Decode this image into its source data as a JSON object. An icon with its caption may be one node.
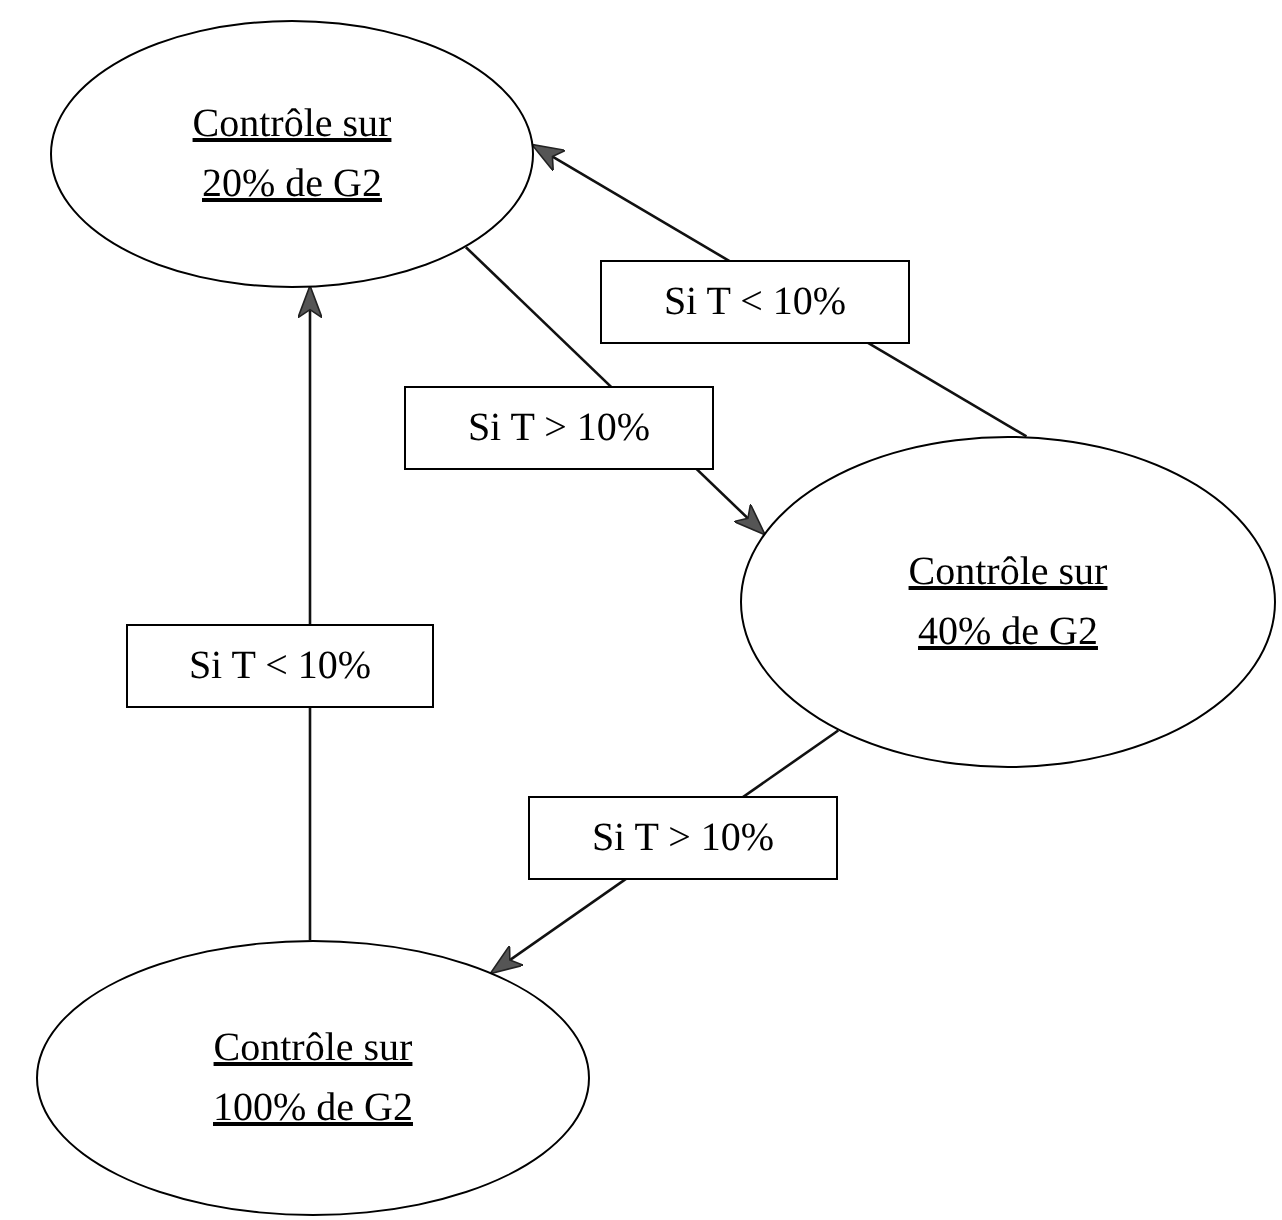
{
  "diagram": {
    "nodes": [
      {
        "text": [
          "Contrôle sur 20% de G2"
        ]
      },
      {
        "text": [
          "Contrôle sur 40% de G2"
        ]
      },
      {
        "text": [
          "Contrôle sur 100% de G2"
        ]
      }
    ],
    "edges": [
      {
        "from": 1,
        "to": 0,
        "arrow": "to",
        "label": "Si T < 10%"
      },
      {
        "from": 0,
        "to": 1,
        "arrow": "to",
        "label": "Si T > 10%"
      },
      {
        "from": 2,
        "to": 0,
        "arrow": "to",
        "label": "Si T < 10%"
      },
      {
        "from": 1,
        "to": 2,
        "arrow": "to",
        "label": "Si T > 10%"
      }
    ]
  }
}
